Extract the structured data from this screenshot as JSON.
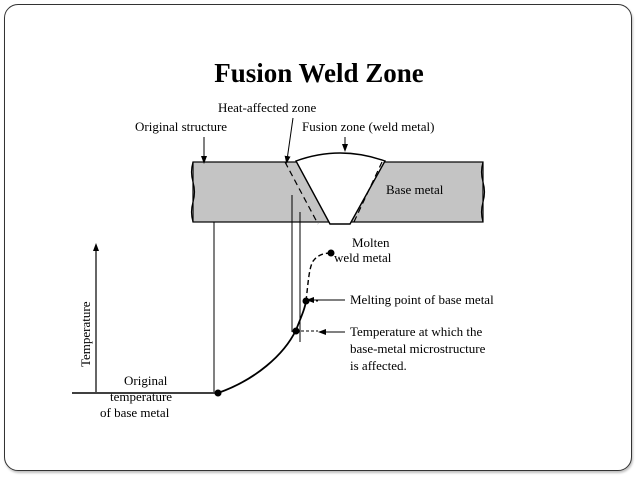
{
  "slide": {
    "title": "Fusion Weld Zone"
  },
  "labels": {
    "heat_affected_zone": "Heat-affected zone",
    "original_structure": "Original structure",
    "fusion_zone": "Fusion zone (weld metal)",
    "base_metal": "Base metal",
    "molten_line1": "Molten",
    "molten_line2": "weld metal",
    "melting_point": "Melting point of base metal",
    "temp_affected_line1": "Temperature at which the",
    "temp_affected_line2": "base-metal microstructure",
    "temp_affected_line3": "is affected.",
    "original_temp_line1": "Original",
    "original_temp_line2": "temperature",
    "original_temp_line3": "of base metal",
    "y_axis": "Temperature"
  },
  "colors": {
    "base_metal_fill": "#c4c4c4",
    "weld_fill": "#ffffff",
    "line": "#000000",
    "frame_border": "#333333"
  }
}
